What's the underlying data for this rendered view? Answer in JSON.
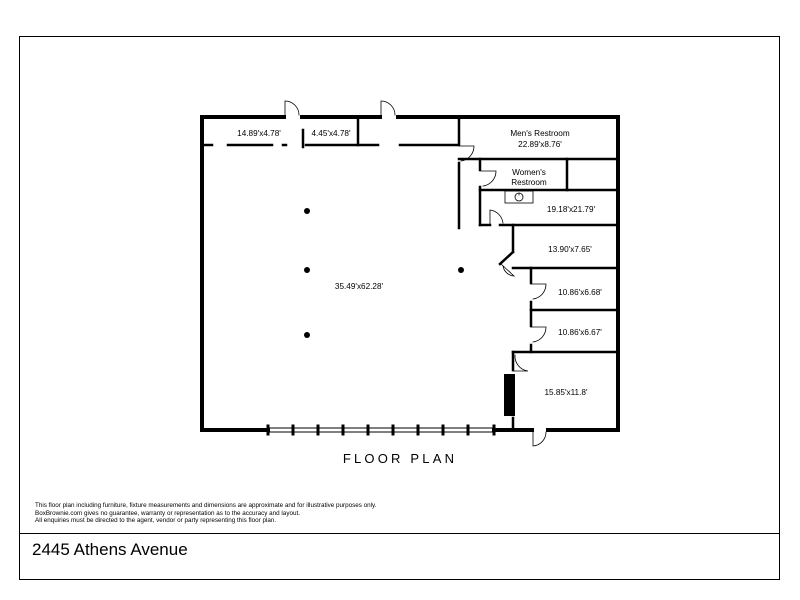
{
  "heading": "FLOOR PLAN",
  "address": "2445 Athens Avenue",
  "disclaimer": [
    "This floor plan including furniture, fixture measurements and dimensions are approximate and for illustrative purposes only.",
    "BoxBrownie.com gives no guarantee, warranty or representation as to the accuracy and layout.",
    "All enquiries must be directed to the agent, vendor or party representing this floor plan."
  ],
  "rooms": {
    "vestibule_left": "14.89'x4.78'",
    "vestibule_right": "4.45'x4.78'",
    "main_hall": "35.49'x62.28'",
    "mens_restroom": [
      "Men's Restroom",
      "22.89'x8.76'"
    ],
    "womens_restroom": [
      "Women's",
      "Restroom"
    ],
    "room_1": "19.18'x21.79'",
    "room_2": "13.90'x7.65'",
    "room_3": "10.86'x6.68'",
    "room_4": "10.86'x6.67'",
    "room_5": "15.85'x11.8'"
  }
}
